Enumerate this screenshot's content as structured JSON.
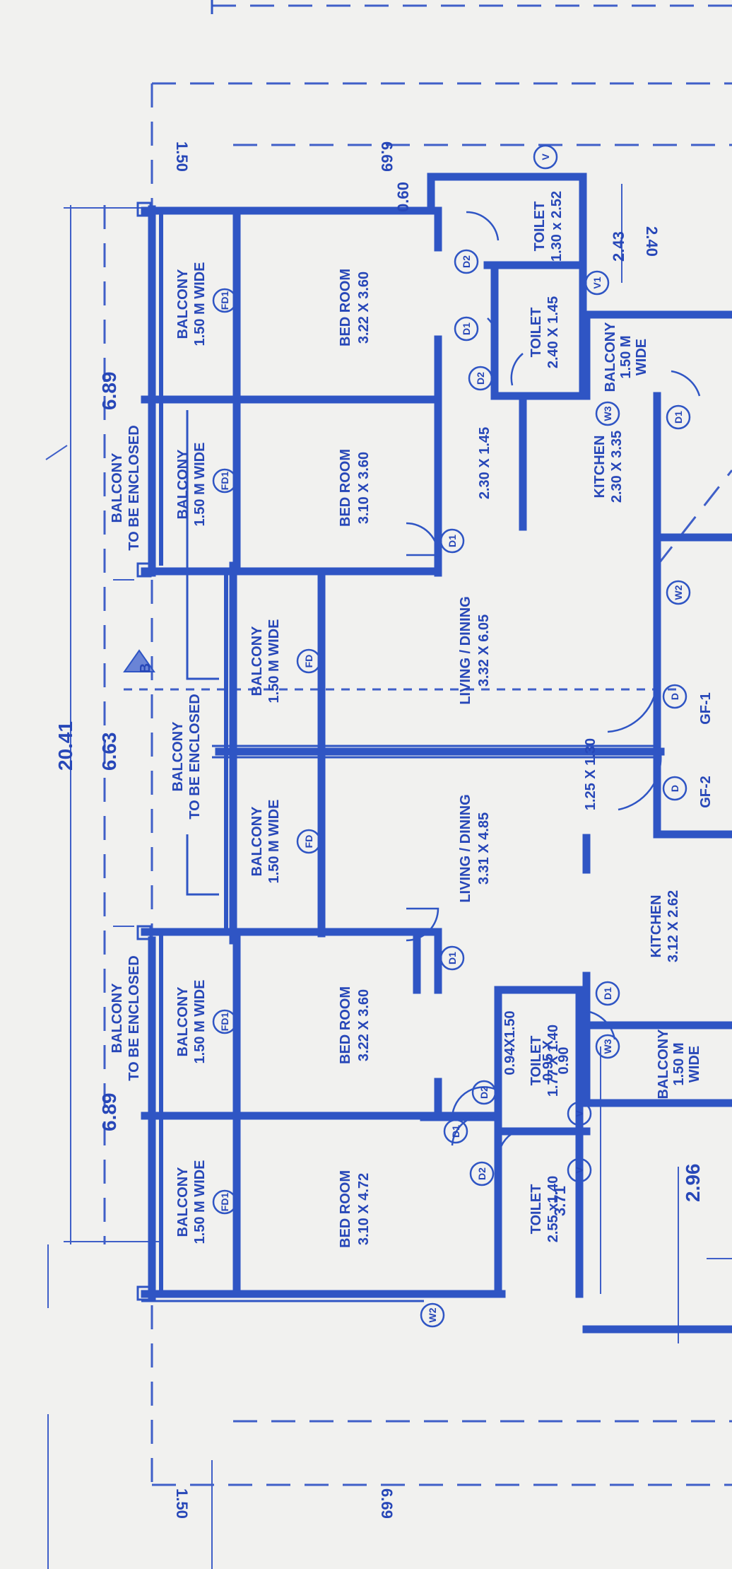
{
  "dimensions": {
    "overall": "20.41",
    "top_left": "6.89",
    "top_mid": "6.63",
    "top_right": "6.89",
    "left_side_top": "1.50",
    "left_side_bottom": "6.69",
    "right_side_top": "1.50",
    "right_side_bottom": "6.69",
    "ledge": "0.60",
    "d_243": "2.43",
    "d_240": "2.40",
    "d_371": "3.71",
    "d_296": "2.96"
  },
  "rooms": {
    "balcony_1": [
      "BALCONY",
      "1.50 M WIDE"
    ],
    "balcony_2": [
      "BALCONY",
      "1.50 M WIDE"
    ],
    "balcony_3": [
      "BALCONY",
      "1.50 M WIDE"
    ],
    "balcony_4": [
      "BALCONY",
      "1.50 M WIDE"
    ],
    "balcony_5": [
      "BALCONY",
      "1.50 M WIDE"
    ],
    "balcony_6": [
      "BALCONY",
      "1.50 M WIDE"
    ],
    "bed_1": [
      "BED ROOM",
      "3.22 X 3.60"
    ],
    "bed_2": [
      "BED ROOM",
      "3.10 X 3.60"
    ],
    "bed_3": [
      "BED ROOM",
      "3.22 X 3.60"
    ],
    "bed_4": [
      "BED ROOM",
      "3.10 X 4.72"
    ],
    "living_1": [
      "LIVING / DINING",
      "3.32 X 6.05"
    ],
    "living_2": [
      "LIVING / DINING",
      "3.31 X 4.85"
    ],
    "toilet_1": [
      "TOILET",
      "1.30 x 2.52"
    ],
    "toilet_2": [
      "TOILET",
      "2.40 X 1.45"
    ],
    "toilet_3": [
      "TOILET",
      "1.77 X 1.40"
    ],
    "toilet_4": [
      "TOILET",
      "2.55 x1.40"
    ],
    "kitchen_1": [
      "KITCHEN",
      "2.30 X 3.35"
    ],
    "kitchen_2": [
      "KITCHEN",
      "3.12 X 2.62"
    ],
    "balcony_small_1": [
      "BALCONY",
      "1.50 M",
      "WIDE"
    ],
    "balcony_small_2": [
      "BALCONY",
      "1.50 M",
      "WIDE"
    ],
    "passage": "2.30 X 1.45",
    "stair": "1.25 X 1.30",
    "cell_094": "0.94X1.50",
    "cell_095": [
      "0.95 X",
      "0.90"
    ]
  },
  "enclosed": {
    "e1": [
      "BALCONY",
      "TO BE ENCLOSED"
    ],
    "e2": [
      "BALCONY",
      "TO BE ENCLOSED"
    ],
    "e3": [
      "BALCONY",
      "TO BE ENCLOSED"
    ]
  },
  "tags": {
    "fd1": "FD1",
    "fd": "FD",
    "d1": "D1",
    "d2": "D2",
    "d": "D",
    "w2": "W2",
    "w3": "W3",
    "v": "V",
    "v1": "V1",
    "gf1": "GF-1",
    "gf2": "GF-2",
    "section": "B"
  }
}
